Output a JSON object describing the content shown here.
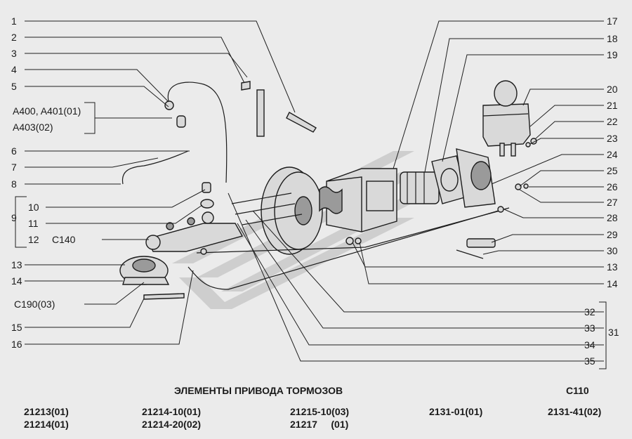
{
  "callouts_left": [
    "1",
    "2",
    "3",
    "4",
    "5",
    "6",
    "7",
    "8",
    "10",
    "11",
    "12",
    "13",
    "14",
    "15",
    "16",
    "9"
  ],
  "callout_extra": {
    "a400": "A400, A401(01)",
    "a403": "A403(02)",
    "c140": "C140",
    "c190": "C190(03)"
  },
  "callouts_right": [
    "17",
    "18",
    "19",
    "20",
    "21",
    "22",
    "23",
    "24",
    "25",
    "26",
    "27",
    "28",
    "29",
    "30",
    "13",
    "14",
    "32",
    "33",
    "34",
    "35",
    "31"
  ],
  "title": "ЭЛЕМЕНТЫ ПРИВОДА ТОРМОЗОВ",
  "page_code": "C110",
  "models": [
    {
      "line1": "21213(01)",
      "line2": "21214(01)"
    },
    {
      "line1": "21214-10(01)",
      "line2": "21214-20(02)"
    },
    {
      "line1": "21215-10(03)",
      "line2": "21217     (01)"
    },
    {
      "line1": "2131-01(01)",
      "line2": ""
    },
    {
      "line1": "2131-41(02)",
      "line2": ""
    }
  ],
  "colors": {
    "background": "#ebebeb",
    "ink": "#1a1a1a",
    "watermark": "#c8c8c8"
  }
}
